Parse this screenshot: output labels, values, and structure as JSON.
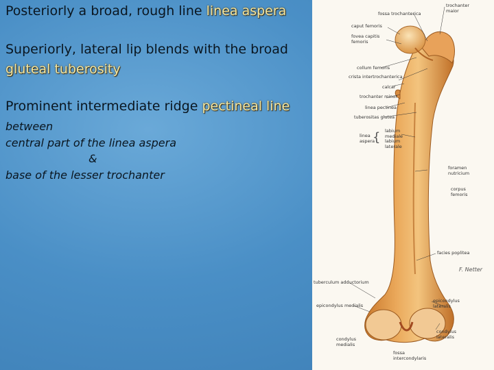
{
  "text": {
    "line1_plain": "Posteriorly a broad, rough line ",
    "line1_hl": "linea aspera",
    "line2_plain": "Superiorly, lateral lip blends with the broad ",
    "line2_hl": "gluteal tuberosity",
    "line3_plain": "Prominent intermediate ridge ",
    "line3_hl": "pectineal line",
    "it1": "between",
    "it2": "central part of the linea aspera",
    "it3": "&",
    "it4": "base of the lesser trochanter"
  },
  "labels": {
    "trochanter_maior": [
      "trochanter",
      "maior"
    ],
    "fossa": "fossa trochanterica",
    "caput": "caput femoris",
    "fovea": [
      "fovea capitis",
      "femoris"
    ],
    "collum": "collum femoris",
    "crista": "crista intertrochanterica",
    "calcar": "calcar",
    "trochanter_minor": "trochanter minor",
    "linea_pectinea": "linea pectinea",
    "tuberositas": "tuberositas glutea",
    "linea_aspera": [
      "linea",
      "aspera"
    ],
    "labium": [
      "labium",
      "mediale",
      "labium",
      "laterale"
    ],
    "foramen": [
      "foramen",
      "nutricium"
    ],
    "corpus": [
      "corpus",
      "femoris"
    ],
    "facies": "facies poplitea",
    "tuberculum": "tuberculum adductorium",
    "epi_med": "epicondylus medialis",
    "epi_lat": [
      "epicondylus",
      "lateralis"
    ],
    "cond_lat": [
      "condylus",
      "lateralis"
    ],
    "cond_med": [
      "condylus",
      "medialis"
    ],
    "fossa_inter": [
      "fossa",
      "intercondylaris"
    ],
    "signature": "F. Netter"
  }
}
